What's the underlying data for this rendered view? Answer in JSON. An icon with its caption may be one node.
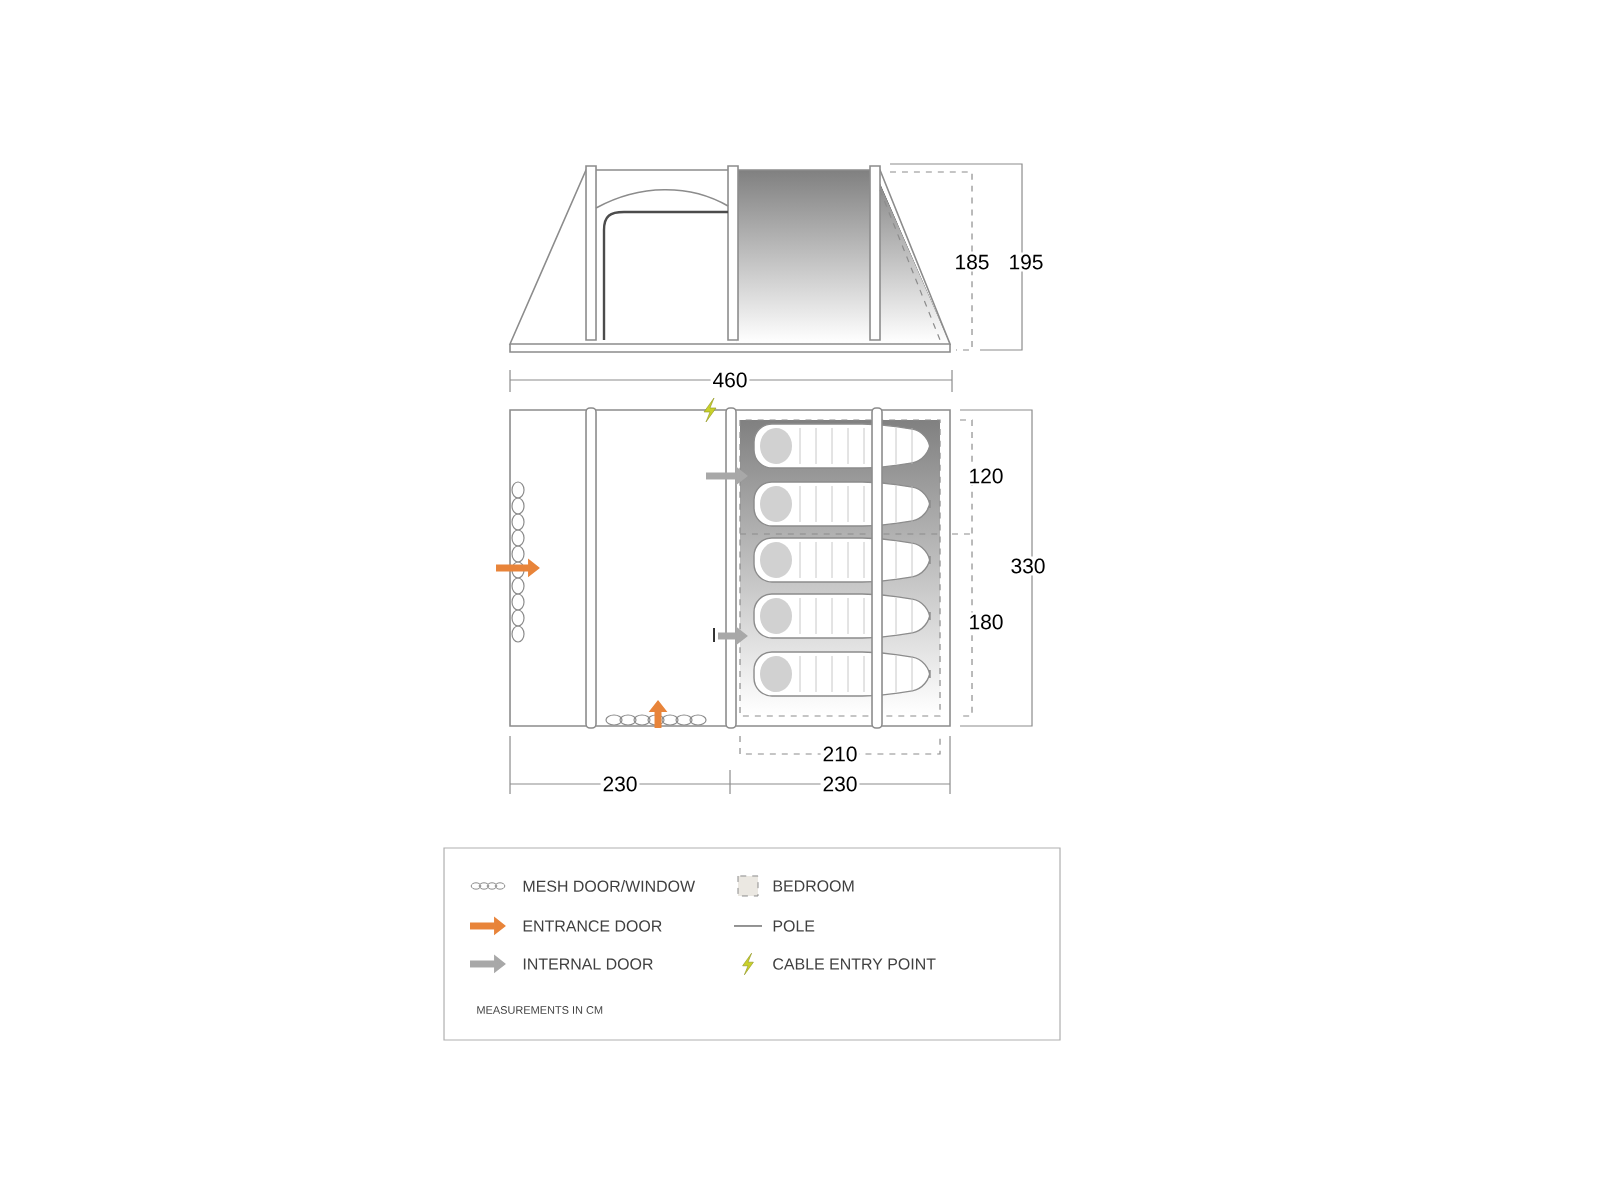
{
  "diagram": {
    "labels": [
      "185",
      "195",
      "460",
      "120",
      "330",
      "180",
      "210",
      "230",
      "230",
      "MEASUREMENTS IN CM"
    ],
    "legend": [
      {
        "text": "MESH DOOR/WINDOW"
      },
      {
        "text": "BEDROOM"
      },
      {
        "text": "ENTRANCE DOOR"
      },
      {
        "text": "POLE"
      },
      {
        "text": "INTERNAL DOOR"
      },
      {
        "text": "CABLE ENTRY POINT"
      }
    ]
  }
}
